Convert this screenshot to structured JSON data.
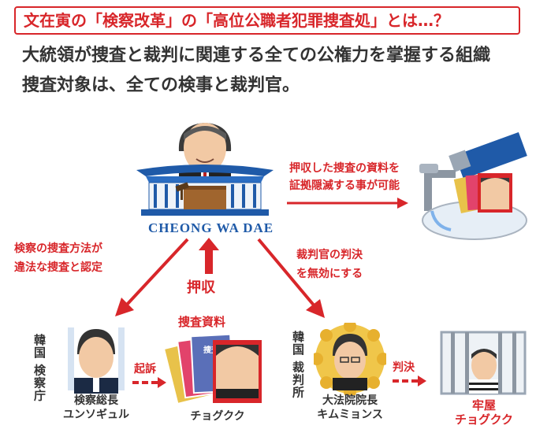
{
  "title": "文在寅の「検察改革」の「高位公職者犯罪捜査処」とは…？",
  "lead": {
    "line1": "大統領が捜査と裁判に関連する全ての公権力を掌握する組織",
    "line2": "捜査対象は、全ての検事と裁判官。"
  },
  "building": {
    "label": "CHEONG WA DAE"
  },
  "right_note": {
    "line1": "押収した捜査の資料を",
    "line2": "証拠隠滅する事が可能"
  },
  "left_note": {
    "line1": "検察の捜査方法が",
    "line2": "違法な捜査と認定"
  },
  "mid_note": {
    "line1": "裁判官の判決",
    "line2": "を無効にする"
  },
  "seize": {
    "label": "押収"
  },
  "documents": {
    "label": "捜査資料",
    "doc_text": "捜査資料"
  },
  "prosecution": {
    "org": "韓国 検察庁",
    "person_line1": "検察総長",
    "person_line2": "ユンソギュル"
  },
  "indict": {
    "label": "起訴"
  },
  "defendant": {
    "name": "チョグクク"
  },
  "court": {
    "org": "韓国 裁判所",
    "person_line1": "大法院院長",
    "person_line2": "キムミョンス"
  },
  "verdict": {
    "label": "判決"
  },
  "prison": {
    "line1": "牢屋",
    "line2": "チョグクク"
  },
  "colors": {
    "accent": "#d8262a",
    "navy": "#1f5aa8",
    "text": "#333333"
  }
}
